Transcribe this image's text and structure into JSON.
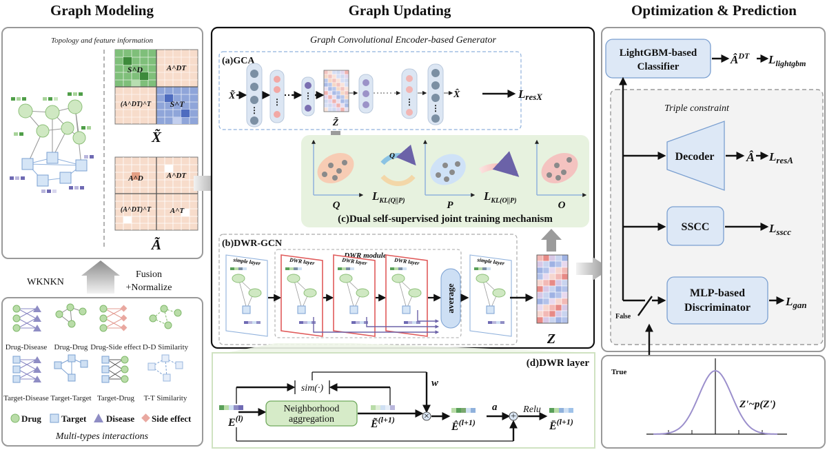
{
  "sections": {
    "graph_modeling": "Graph Modeling",
    "graph_updating": "Graph Updating",
    "optimization": "Optimization & Prediction"
  },
  "modeling": {
    "topology_caption": "Topology and feature information",
    "x_tilde": "X̃",
    "a_tilde": "Ã",
    "matrix_labels": {
      "sd": "S^D",
      "adt": "A^DT",
      "adt_t": "(A^DT)^T",
      "st": "S^T",
      "ad": "A^D",
      "at": "A^T"
    },
    "fusion": "Fusion",
    "normalize": "+Normalize",
    "wknkn": "WKNKN",
    "interactions": [
      "Drug-Disease",
      "Drug-Drug",
      "Drug-Side effect",
      "D-D Similarity",
      "Target-Disease",
      "Target-Target",
      "Target-Drug",
      "T-T Similarity"
    ],
    "legend": {
      "drug": "Drug",
      "target": "Target",
      "disease": "Disease",
      "side_effect": "Side effect"
    },
    "multi_types": "Multi-types interactions"
  },
  "updating": {
    "generator_title": "Graph Convolutional Encoder-based Generator",
    "gca_label": "(a)GCA",
    "loss_resx": "L_resX",
    "z_tilde": "Z̃",
    "x_in": "X̃",
    "x_hat": "X̂",
    "q_arrow": "Q",
    "kl_qp": "L_KL(Q||P)",
    "kl_op": "L_KL(O||P)",
    "dist_q": "Q",
    "dist_p": "P",
    "dist_o": "O",
    "dual_title": "(c)Dual self-supervised joint training mechanism",
    "dwr_gcn_label": "(b)DWR-GCN",
    "dwr_module": "DWR module",
    "simple_layer": "simple layer",
    "dwr_layer": "DWR layer",
    "average": "average",
    "z_out": "Z",
    "d_title": "(d)DWR layer",
    "sim": "sim(·)",
    "w": "w",
    "a": "a",
    "relu": "Relu",
    "neigh_line1": "Neighborhood",
    "neigh_line2": "aggregation",
    "e_l": "E(l)",
    "e_tilde": "Ẽ(l+1)",
    "e_hat": "Ê(l+1)",
    "e_out": "Ē(l+1)"
  },
  "optimization": {
    "classifier_line1": "LightGBM-based",
    "classifier_line2": "Classifier",
    "a_dt_hat": "ÂDT",
    "l_lightgbm": "L_lightgbm",
    "triple": "Triple constraint",
    "decoder": "Decoder",
    "a_hat": "Â",
    "l_resa": "L_resA",
    "sscc": "SSCC",
    "l_sscc": "L_sscc",
    "mlp_line1": "MLP-based",
    "mlp_line2": "Discriminator",
    "l_gan": "L_gan",
    "false": "False",
    "true": "True",
    "prior": "Z'~p(Z')"
  },
  "colors": {
    "drug_green": "#b9dca8",
    "target_blue": "#cfe0f3",
    "disease_purple": "#8f8dc4",
    "side_effect_pink": "#e9a8a0",
    "panel_green": "#e7f2df",
    "panel_blue": "#dde8f6",
    "matrix_peach": "#f6d8c6"
  }
}
